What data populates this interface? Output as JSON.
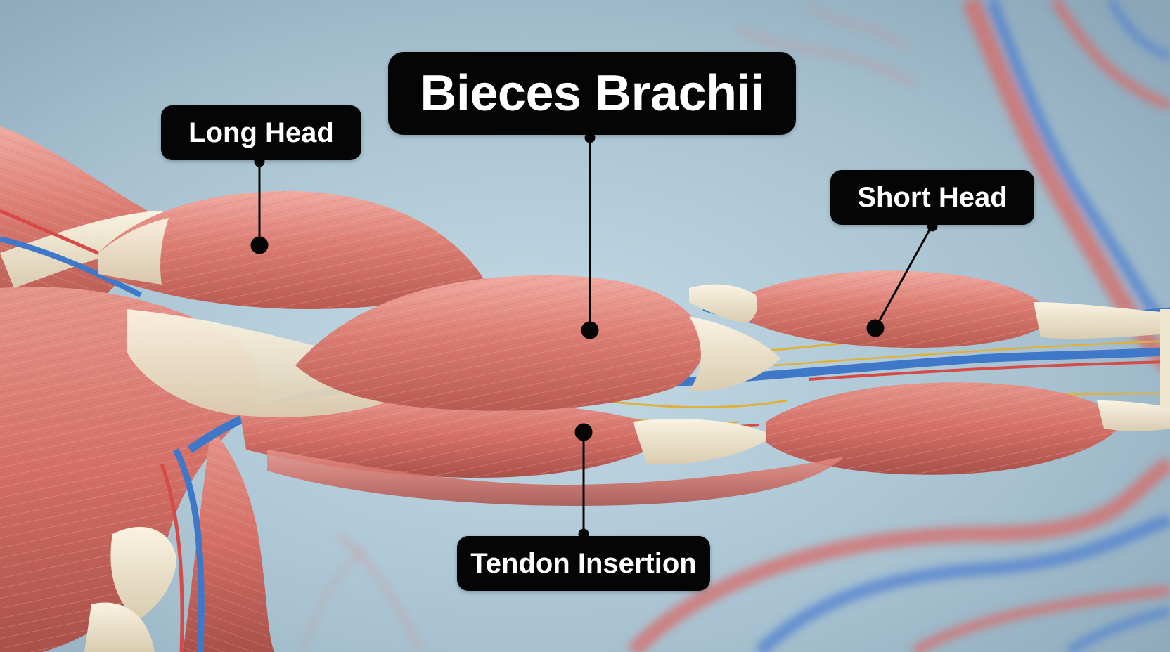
{
  "diagram": {
    "title": "Bieces Brachii",
    "labels": {
      "long_head": "Long Head",
      "short_head": "Short Head",
      "tendon_insertion": "Tendon Insertion"
    }
  },
  "colors": {
    "background": "#9fb8c8",
    "muscle": "#d9766e",
    "muscle_light": "#eaa19a",
    "tendon": "#efe6d0",
    "vein": "#3f78c8",
    "artery": "#d64a47",
    "nerve": "#e0b13a",
    "label_bg": "#050505",
    "label_text": "#ffffff"
  }
}
